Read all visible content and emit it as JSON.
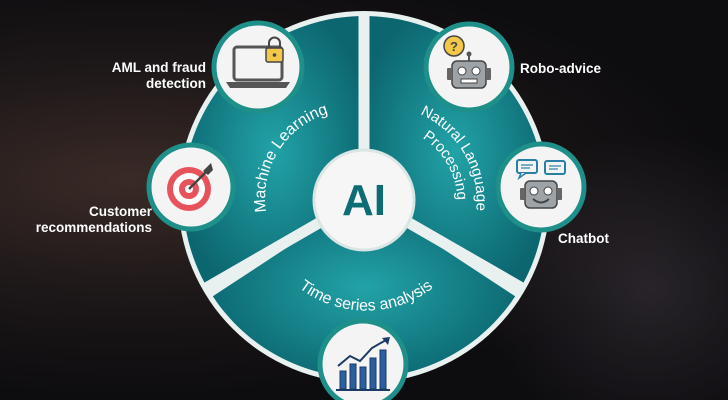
{
  "center": {
    "label": "AI"
  },
  "segments": {
    "machine_learning": "Machine Learning",
    "nlp_line1": "Natural Language",
    "nlp_line2": "Processing",
    "time_series": "Time series analysis"
  },
  "applications": {
    "aml_line1": "AML and fraud",
    "aml_line2": "detection",
    "customer_line1": "Customer",
    "customer_line2": "recommendations",
    "robo_advice": "Robo-advice",
    "chatbot": "Chatbot"
  },
  "icons": {
    "aml": "laptop-lock-icon",
    "customer": "target-dart-icon",
    "robo": "robot-question-icon",
    "chatbot": "robot-chat-icon",
    "time_series": "growth-chart-icon"
  },
  "colors": {
    "teal_dark": "#0f6f77",
    "teal_light": "#1e9aa0",
    "ring": "#e8f1f0",
    "icon_ring": "#1f8f8a",
    "icon_bg": "#f4f4f4"
  }
}
